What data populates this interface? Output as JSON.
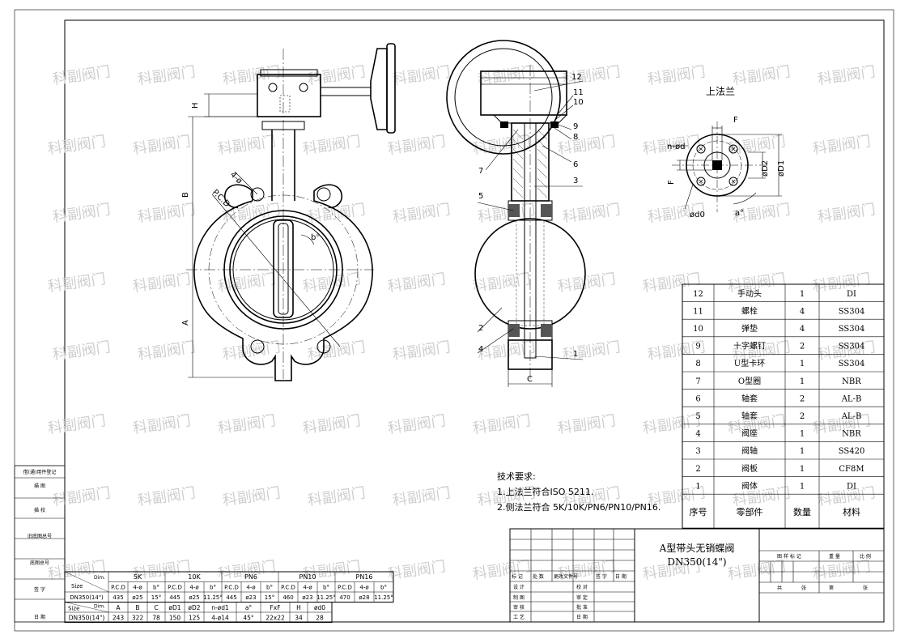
{
  "watermark": "科副阀门",
  "top_flange_title": "上法兰",
  "notes": {
    "heading": "技术要求:",
    "lines": [
      "1.上法兰符合ISO 5211.",
      "2.侧法兰符合 5K/10K/PN6/PN10/PN16."
    ]
  },
  "front_labels": {
    "H": "H",
    "B": "B",
    "A": "A",
    "holes": "4-ø",
    "pcd": "P.C.D",
    "angle": "b°"
  },
  "side_labels": {
    "C": "C",
    "callouts": [
      "12",
      "11",
      "10",
      "9",
      "8",
      "7",
      "6",
      "3",
      "5",
      "2",
      "4",
      "1"
    ]
  },
  "flange_labels": {
    "F": "F",
    "F2": "F",
    "nd": "n-ød",
    "d0": "ød0",
    "a": "a°",
    "D2": "øD2",
    "D1": "øD1"
  },
  "bom": {
    "rows": [
      [
        "12",
        "手动头",
        "1",
        "DI"
      ],
      [
        "11",
        "螺栓",
        "4",
        "SS304"
      ],
      [
        "10",
        "弹垫",
        "4",
        "SS304"
      ],
      [
        "9",
        "十字螺钉",
        "2",
        "SS304"
      ],
      [
        "8",
        "U型卡环",
        "1",
        "SS304"
      ],
      [
        "7",
        "O型圈",
        "1",
        "NBR"
      ],
      [
        "6",
        "轴套",
        "2",
        "AL-B"
      ],
      [
        "5",
        "轴套",
        "2",
        "AL-B"
      ],
      [
        "4",
        "阀座",
        "1",
        "NBR"
      ],
      [
        "3",
        "阀轴",
        "1",
        "SS420"
      ],
      [
        "2",
        "阀板",
        "1",
        "CF8M"
      ],
      [
        "1",
        "阀体",
        "1",
        "DI"
      ]
    ],
    "header": [
      "序号",
      "零部件",
      "数量",
      "材料"
    ]
  },
  "title_block": {
    "name": "A型带头无销蝶阀",
    "size": "DN350(14\")",
    "col_labels": [
      "标 记",
      "处 数",
      "更改文件号",
      "签 字",
      "日 期"
    ],
    "left_labels": [
      "设 计",
      "制 图",
      "审 核",
      "工 艺"
    ],
    "mid_labels": [
      "校 对",
      "审 定",
      "批 准",
      "日 期"
    ],
    "mark_labels": [
      "图 样 标 记",
      "重 量",
      "比 例"
    ],
    "sheet_labels": [
      "共",
      "张",
      "第",
      "张"
    ]
  },
  "side_stamps": [
    "借(通)用件登记",
    "描 图",
    "描 校",
    "旧底图总号",
    "底图总号",
    "签 字",
    "日 期"
  ],
  "flange_table": {
    "size_label": "Size",
    "dim_label": "Dim.",
    "groups": [
      "5K",
      "10K",
      "PN6",
      "PN10",
      "PN16"
    ],
    "sub": [
      "P.C.D",
      "4-ø",
      "b°"
    ],
    "row": [
      "DN350(14\")",
      "435",
      "ø25",
      "15°",
      "445",
      "ø25",
      "11.25°",
      "445",
      "ø23",
      "15°",
      "460",
      "ø23",
      "11.25°",
      "470",
      "ø28",
      "11.25°"
    ]
  },
  "dim_table": {
    "size_label": "Size",
    "dim_label": "Dim.",
    "headers": [
      "A",
      "B",
      "C",
      "øD1",
      "øD2",
      "n-ød1",
      "a°",
      "FxF",
      "H",
      "ød0"
    ],
    "row": [
      "DN350(14\")",
      "243",
      "322",
      "78",
      "150",
      "125",
      "4-ø14",
      "45°",
      "22x22",
      "34",
      "28"
    ]
  }
}
